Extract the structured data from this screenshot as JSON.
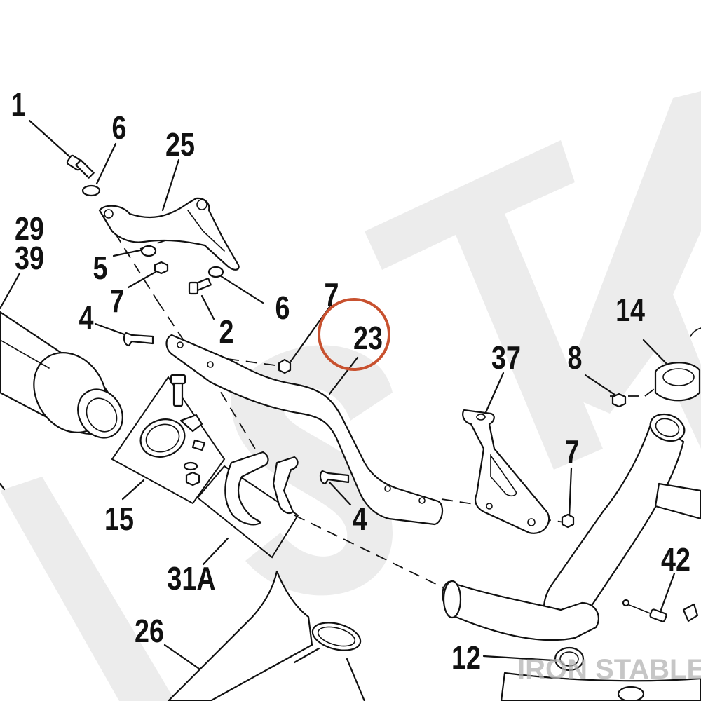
{
  "callouts": {
    "c1": "1",
    "c6a": "6",
    "c25": "25",
    "c29": "29",
    "c39": "39",
    "c5": "5",
    "c7a": "7",
    "c4a": "4",
    "c2": "2",
    "c6b": "6",
    "c7b": "7",
    "c23": "23",
    "c37": "37",
    "c8": "8",
    "c14": "14",
    "c7c": "7",
    "c15": "15",
    "c4b": "4",
    "c31a": "31A",
    "c42": "42",
    "c26": "26",
    "c12": "12"
  },
  "highlight": {
    "target_label": "23",
    "ring_color": "#c8512f"
  },
  "watermark": {
    "text": "IRON STABLE",
    "background_glyphs": "STA"
  },
  "colors": {
    "ink": "#111111",
    "watermark_fill": "#ececec"
  }
}
